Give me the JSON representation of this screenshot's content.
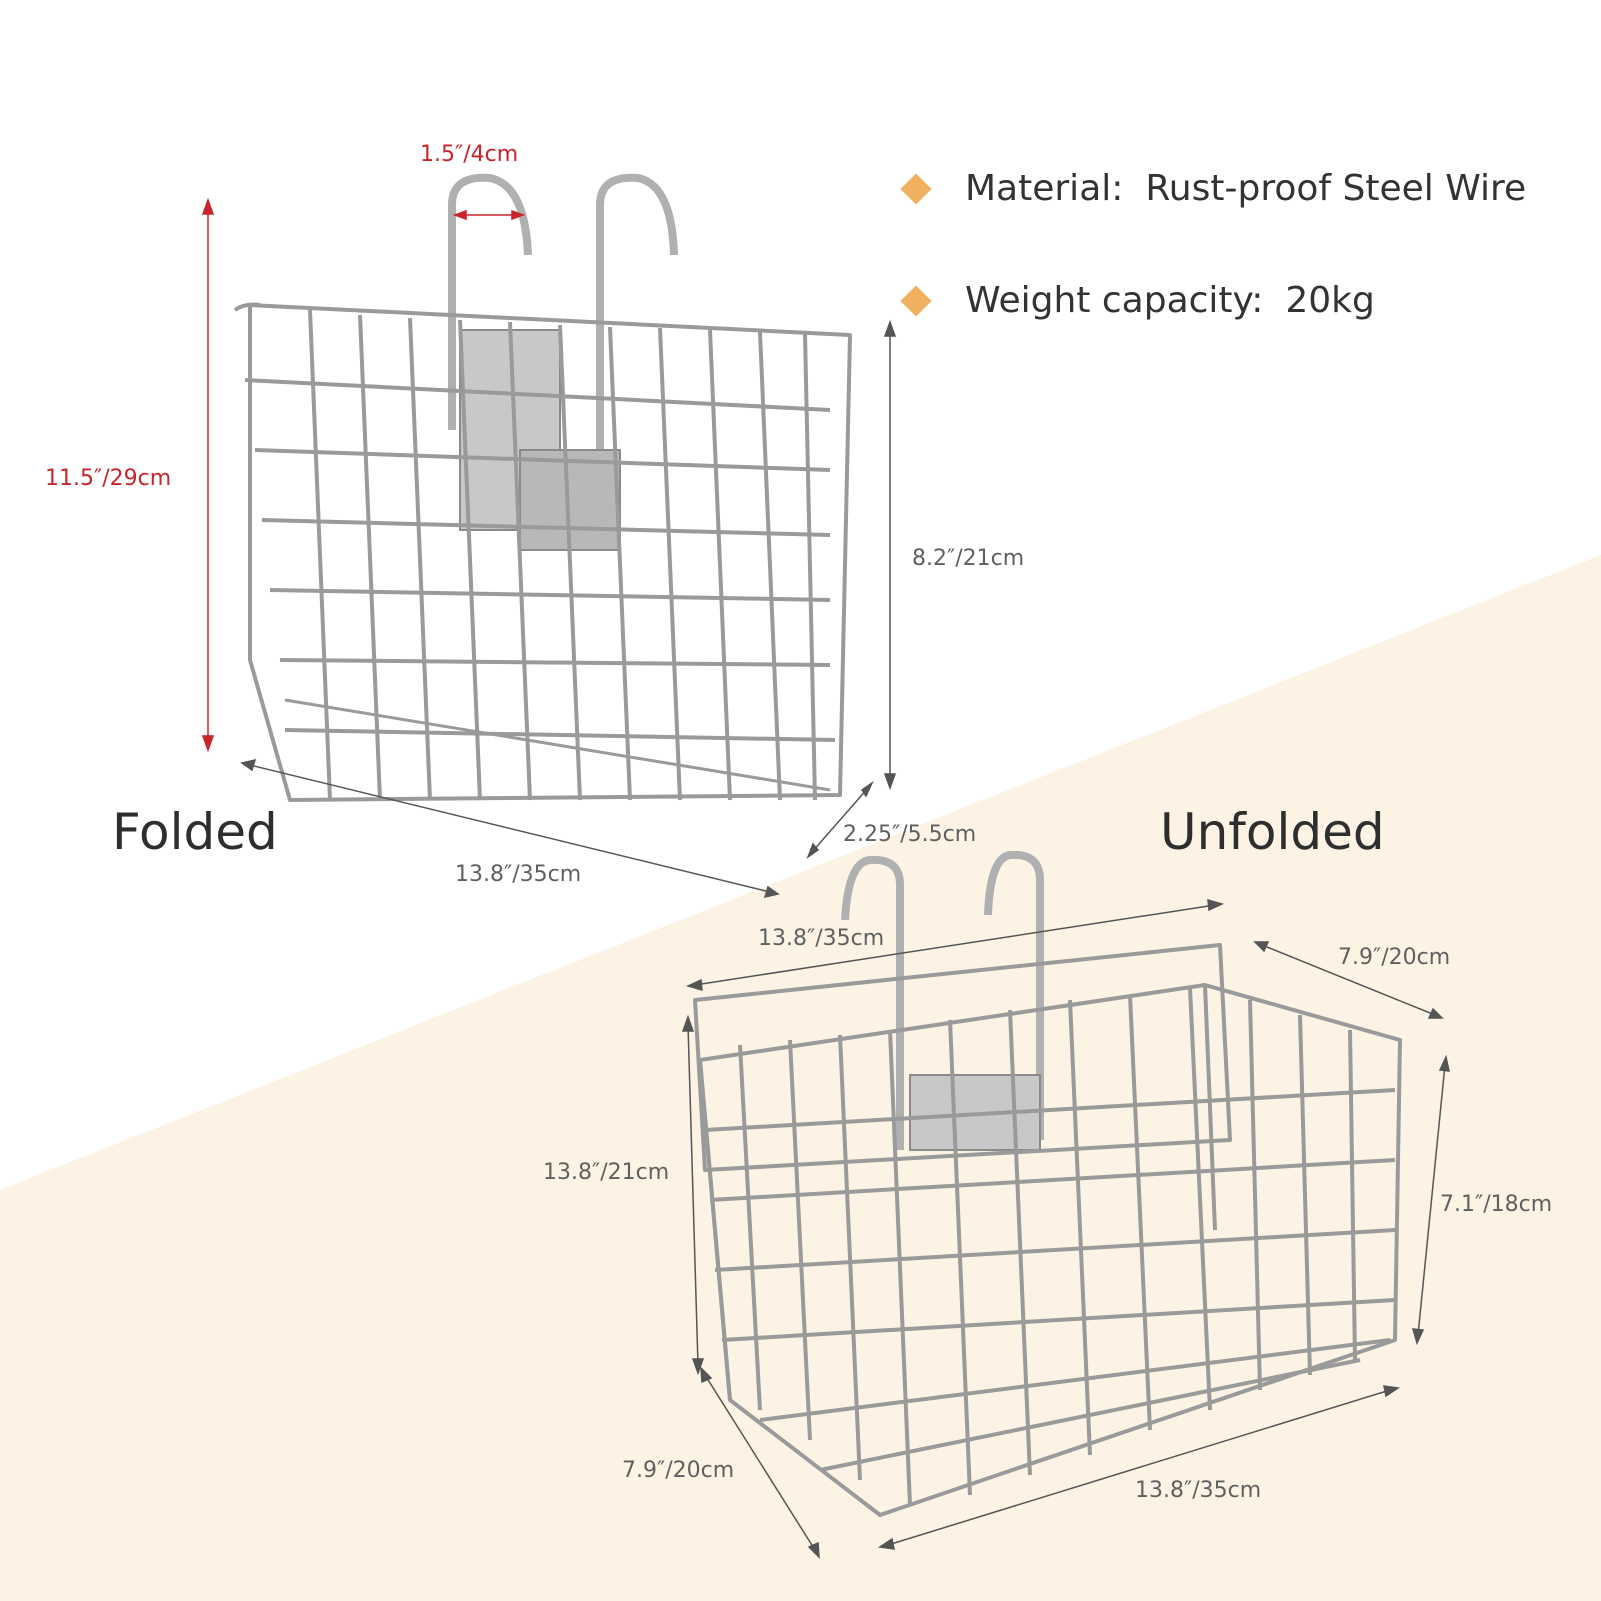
{
  "colors": {
    "accent": "#f0b060",
    "background_tint": "#fcf3e4",
    "dimension_red": "#c8242b",
    "wire": "#9a9a9a"
  },
  "specs": [
    {
      "icon": "diamond-bullet-icon",
      "label": "Material:",
      "value": "Rust-proof Steel Wire"
    },
    {
      "icon": "diamond-bullet-icon",
      "label": "Weight capacity:",
      "value": "20kg"
    }
  ],
  "folded": {
    "label": "Folded",
    "dims": {
      "hook_width": "1.5″/4cm",
      "total_height": "11.5″/29cm",
      "basket_height": "8.2″/21cm",
      "depth": "2.25″/5.5cm",
      "width": "13.8″/35cm"
    }
  },
  "unfolded": {
    "label": "Unfolded",
    "dims": {
      "top_width": "13.8″/35cm",
      "top_depth": "7.9″/20cm",
      "front_height": "13.8″/21cm",
      "back_height": "7.1″/18cm",
      "bottom_depth": "7.9″/20cm",
      "bottom_width": "13.8″/35cm"
    }
  }
}
